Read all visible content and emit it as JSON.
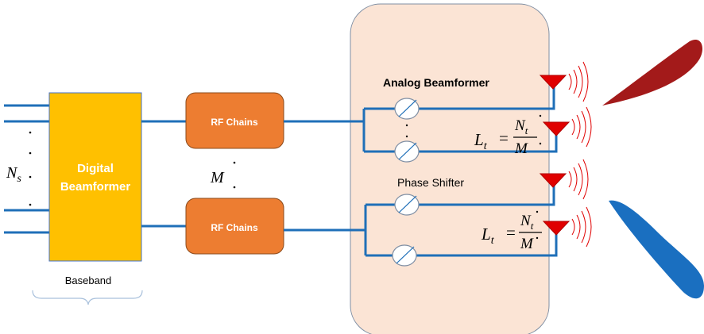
{
  "colors": {
    "wire": "#1f6fb8",
    "digital_fill": "#ffc000",
    "rf_fill": "#ed7d31",
    "analog_bg": "#fbe4d5",
    "antenna": "#e00000",
    "beam_top": "#a31a1a",
    "beam_bottom": "#1a6fc0"
  },
  "icons": [
    "phase-shifter-icon",
    "antenna-icon",
    "radiation-wave-icon",
    "beam-lobe-icon",
    "curly-brace-icon"
  ],
  "digital_beamformer": {
    "line1": "Digital",
    "line2": "Beamformer"
  },
  "rf_chain_label": "RF Chains",
  "baseband_label": "Baseband",
  "analog_beamformer_label": "Analog Beamformer",
  "phase_shifter_label": "Phase Shifter",
  "ns_label": {
    "base": "N",
    "sub": "s"
  },
  "m_label": "M",
  "lt_formula": {
    "lhs": "L",
    "lhs_sub": "t",
    "eq": "=",
    "num": "N",
    "num_sub": "t",
    "den": "M"
  }
}
